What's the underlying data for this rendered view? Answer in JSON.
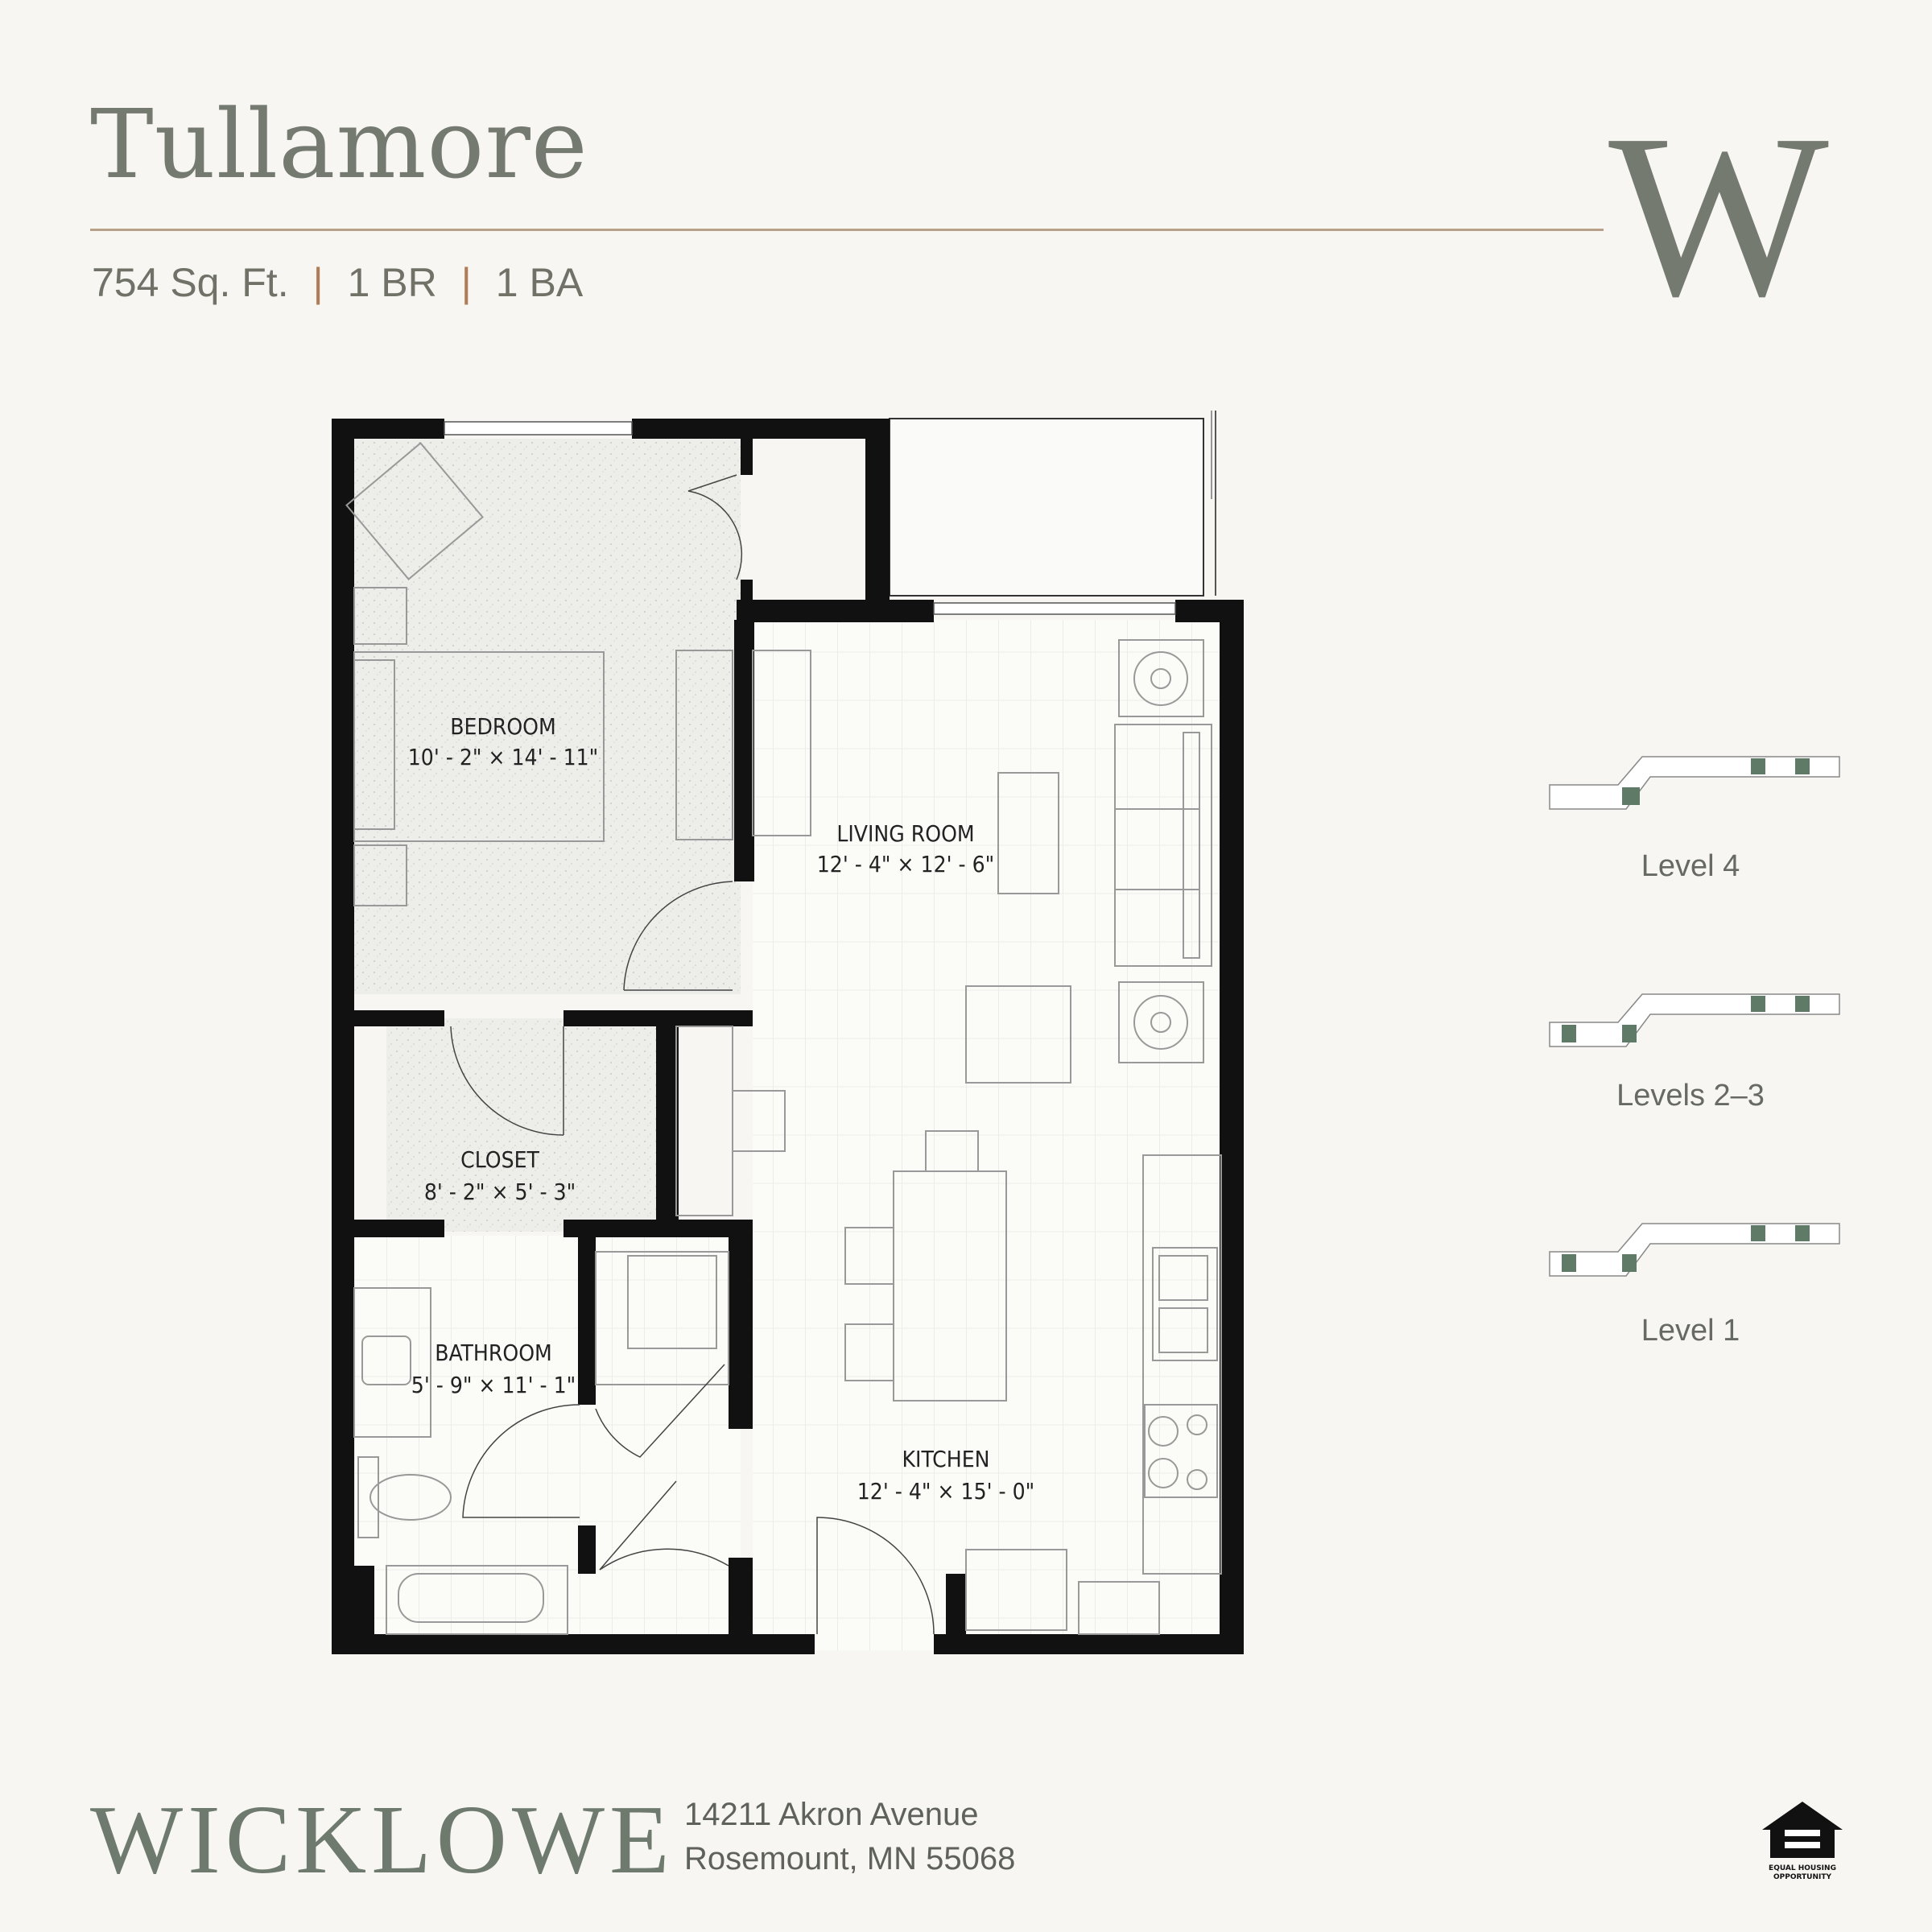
{
  "header": {
    "title": "Tullamore",
    "sqft": "754 Sq. Ft.",
    "bedrooms": "1 BR",
    "bathrooms": "1 BA",
    "separator": "|",
    "logo_letter": "W"
  },
  "rooms": {
    "bedroom": {
      "name": "BEDROOM",
      "dims": "10' - 2\" × 14' - 11\""
    },
    "living_room": {
      "name": "LIVING ROOM",
      "dims": "12' - 4\" × 12' - 6\""
    },
    "closet": {
      "name": "CLOSET",
      "dims": "8' - 2\" × 5' - 3\""
    },
    "bathroom": {
      "name": "BATHROOM",
      "dims": "5' - 9\" × 11' - 1\""
    },
    "kitchen": {
      "name": "KITCHEN",
      "dims": "12' - 4\" × 15' - 0\""
    }
  },
  "key_plans": [
    {
      "label": "Level 4"
    },
    {
      "label": "Levels 2–3"
    },
    {
      "label": "Level 1"
    }
  ],
  "footer": {
    "brand": "WICKLOWE",
    "address_line1": "14211 Akron Avenue",
    "address_line2": "Rosemount, MN 55068",
    "eho_line1": "EQUAL HOUSING",
    "eho_line2": "OPPORTUNITY"
  },
  "colors": {
    "text_gray": "#757a70",
    "brand_green": "#6e7a6e",
    "rule_tan": "#b89f88",
    "separator_brown": "#b07d58",
    "wall_black": "#111111",
    "unit_highlight": "#5f7a66"
  },
  "icons": [
    "w-logo-icon",
    "equal-housing-icon",
    "chair-icon",
    "bed-icon",
    "sofa-icon",
    "table-icon",
    "sink-icon",
    "toilet-icon",
    "bathtub-icon",
    "stove-icon"
  ]
}
